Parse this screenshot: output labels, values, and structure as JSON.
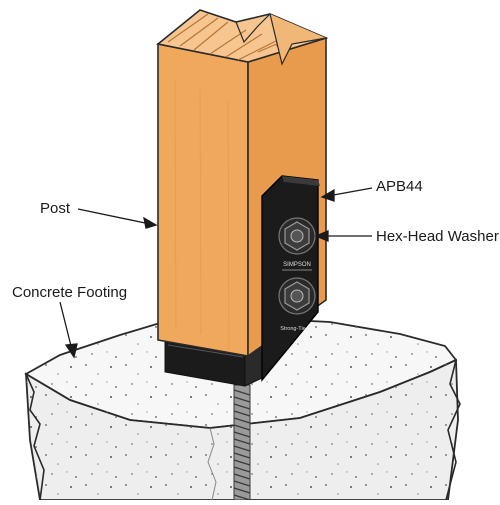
{
  "labels": {
    "post": "Post",
    "bracket": "APB44",
    "washer": "Hex-Head Washer",
    "footing": "Concrete Footing"
  },
  "colors": {
    "wood": "#f0a95c",
    "wood_top": "#f6c590",
    "wood_grain": "#b57538",
    "bracket": "#1b1b1b",
    "concrete": "#f1f1f1",
    "concrete_top": "#f7f7f7",
    "outline": "#2a2a2a",
    "rod": "#9a9a9a"
  },
  "bracket_markings": {
    "upper_stamp": "SIMPSON",
    "lower_stamp": "Strong-Tie"
  }
}
